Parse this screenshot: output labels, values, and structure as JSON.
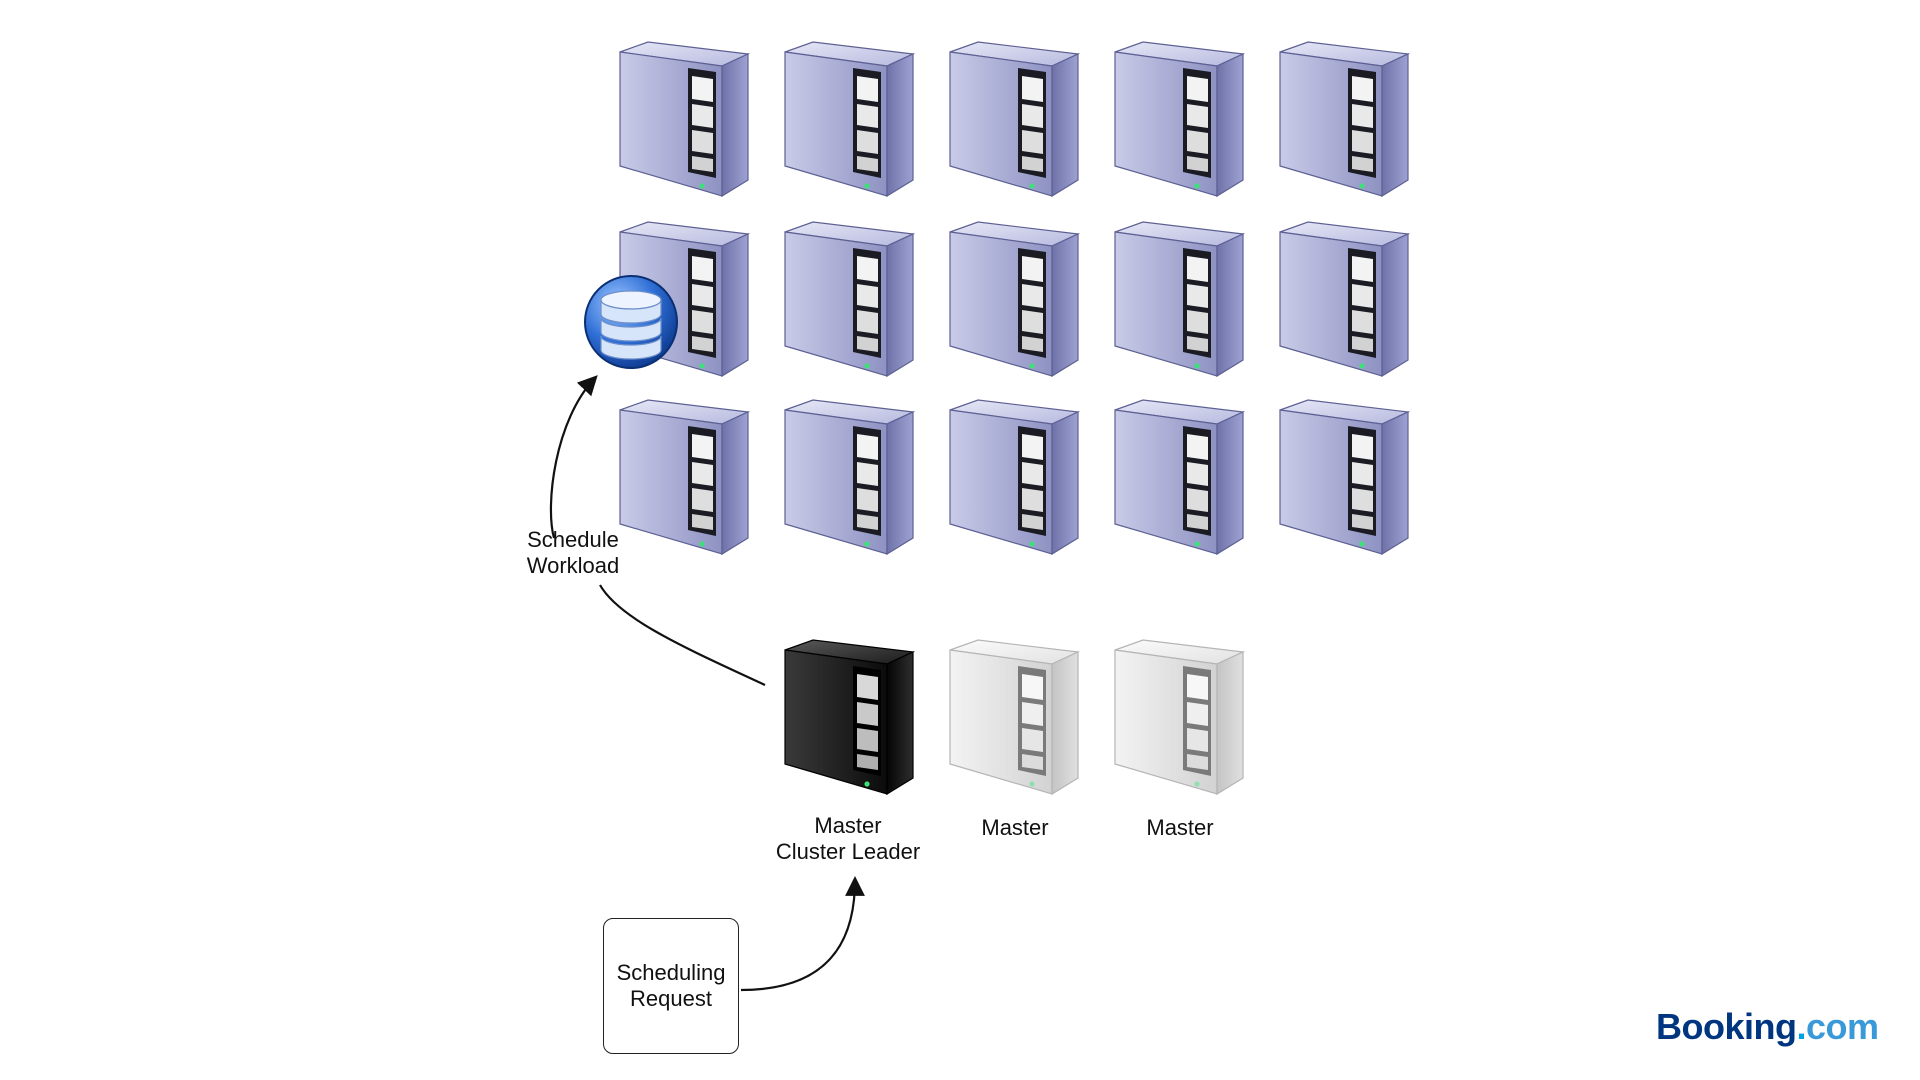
{
  "diagram": {
    "worker_grid": {
      "rows": 3,
      "cols": 5
    },
    "database_icon": "database-icon",
    "masters": [
      {
        "lines": [
          "Master",
          "Cluster Leader"
        ],
        "role": "leader"
      },
      {
        "lines": [
          "Master"
        ],
        "role": "standby"
      },
      {
        "lines": [
          "Master"
        ],
        "role": "standby"
      }
    ],
    "schedule_label": [
      "Schedule",
      "Workload"
    ],
    "request_label": [
      "Scheduling",
      "Request"
    ],
    "colors": {
      "worker": "#8f92c4",
      "leader": "#1a1a1a",
      "standby": "#d7d7d7",
      "database": "#2f6fd6"
    }
  },
  "logo": {
    "brand": "Booking",
    "dot": ".",
    "suffix": "com"
  }
}
